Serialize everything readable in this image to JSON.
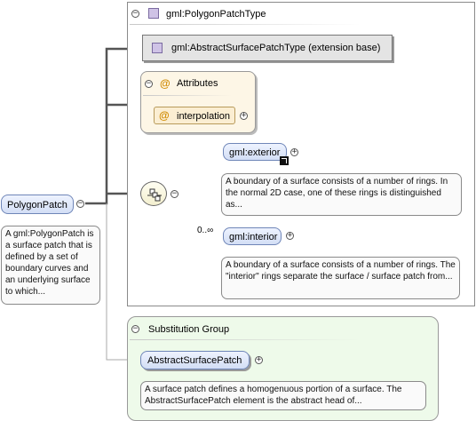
{
  "polygon_patch_type": {
    "title": "gml:PolygonPatchType",
    "base_label": "gml:AbstractSurfacePatchType (extension base)"
  },
  "attributes": {
    "title": "Attributes",
    "items": [
      "interpolation"
    ]
  },
  "root": {
    "name": "PolygonPatch",
    "description": "A gml:PolygonPatch is a surface patch that is defined by a set of boundary curves and an underlying surface to which..."
  },
  "exterior": {
    "name": "gml:exterior",
    "description": "A boundary of a surface consists of a number of rings. In the normal 2D case, one of these rings is distinguished as..."
  },
  "interior": {
    "name": "gml:interior",
    "cardinality": "0..∞",
    "description": "A boundary of a surface consists of a number of rings. The \"interior\" rings separate the surface / surface patch from..."
  },
  "substitution_group": {
    "title": "Substitution Group",
    "element_name": "AbstractSurfacePatch",
    "description": "A surface patch defines a homogenuous portion of a surface. The AbstractSurfacePatch element is the abstract head of..."
  },
  "colors": {
    "node_border": "#6f86b8",
    "attr_bg": "#fdf6e6",
    "subst_bg": "#eefaea"
  }
}
